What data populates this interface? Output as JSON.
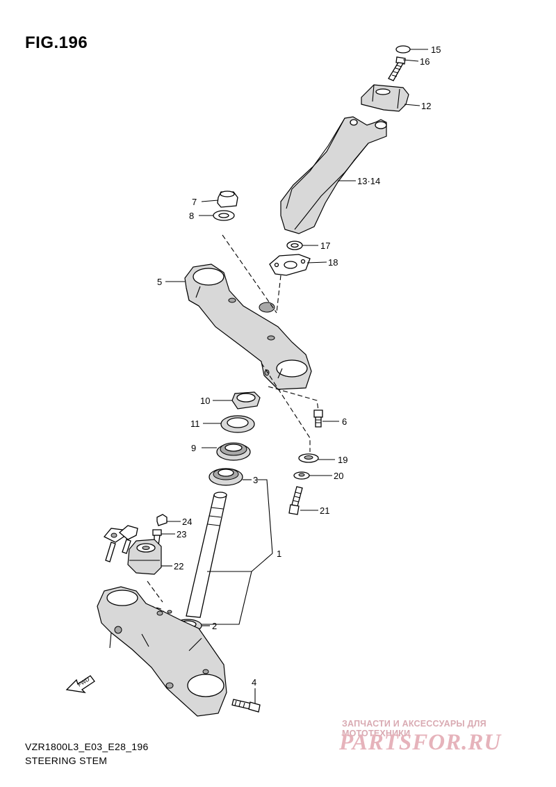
{
  "figure": {
    "title": "FIG.196",
    "model_code": "VZR1800L3_E03_E28_196",
    "section_name": "STEERING STEM"
  },
  "watermark": {
    "caption": "ЗАПЧАСТИ И АКСЕССУАРЫ ДЛЯ МОТОТЕХНИКИ",
    "site": "PARTSFOR.RU",
    "color": "#e6b3bb"
  },
  "fwd_arrow": {
    "label": "FWD"
  },
  "callouts": {
    "c1": "1",
    "c2": "2",
    "c3": "3",
    "c4": "4",
    "c5": "5",
    "c6": "6",
    "c7": "7",
    "c8": "8",
    "c9": "9",
    "c10": "10",
    "c11": "11",
    "c12": "12",
    "c13": "13·14",
    "c15": "15",
    "c16": "16",
    "c17": "17",
    "c18": "18",
    "c19": "19",
    "c20": "20",
    "c21": "21",
    "c22": "22",
    "c23": "23",
    "c24": "24"
  }
}
